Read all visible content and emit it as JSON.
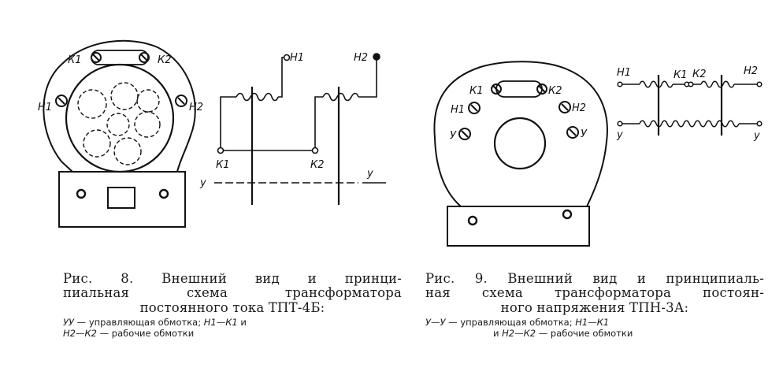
{
  "figure8": {
    "device_labels": {
      "k1": "К1",
      "k2": "К2",
      "h1": "Н1",
      "h2": "Н2"
    },
    "schematic_labels": {
      "h1": "Н1",
      "h2": "Н2",
      "k1": "К1",
      "k2": "К2",
      "y_left": "у",
      "y_right": "у"
    },
    "caption_line1": "Рис. 8. Внешний вид и принци-",
    "caption_line2": "пиальная схема трансформатора",
    "caption_line3": "постоянного тока ТПТ-4Б:",
    "legend_term1": "УУ",
    "legend_text1": " — управляющая обмотка; ",
    "legend_term2": "Н1—К1",
    "legend_text2": " и",
    "legend_term3": "Н2—К2",
    "legend_text3": " — рабочие обмотки"
  },
  "figure9": {
    "device_labels": {
      "k1": "К1",
      "k2": "К2",
      "h1": "Н1",
      "h2": "Н2",
      "y_left": "У",
      "y_right": "У"
    },
    "schematic_labels": {
      "h1": "Н1",
      "k1": "К1",
      "k2": "К2",
      "h2": "Н2",
      "y_left": "у",
      "y_right": "у"
    },
    "caption_line1": "Рис. 9. Внешний вид и принципиаль-",
    "caption_line2": "ная схема трансформатора постоян-",
    "caption_line3": "ного напряжения ТПН-3А:",
    "legend_term1": "У—У",
    "legend_text1": " — управляющая обмотка; ",
    "legend_term2": "Н1—К1",
    "legend_text2": "и ",
    "legend_term3": "Н2—К2",
    "legend_text3": " — рабочие обмотки"
  }
}
